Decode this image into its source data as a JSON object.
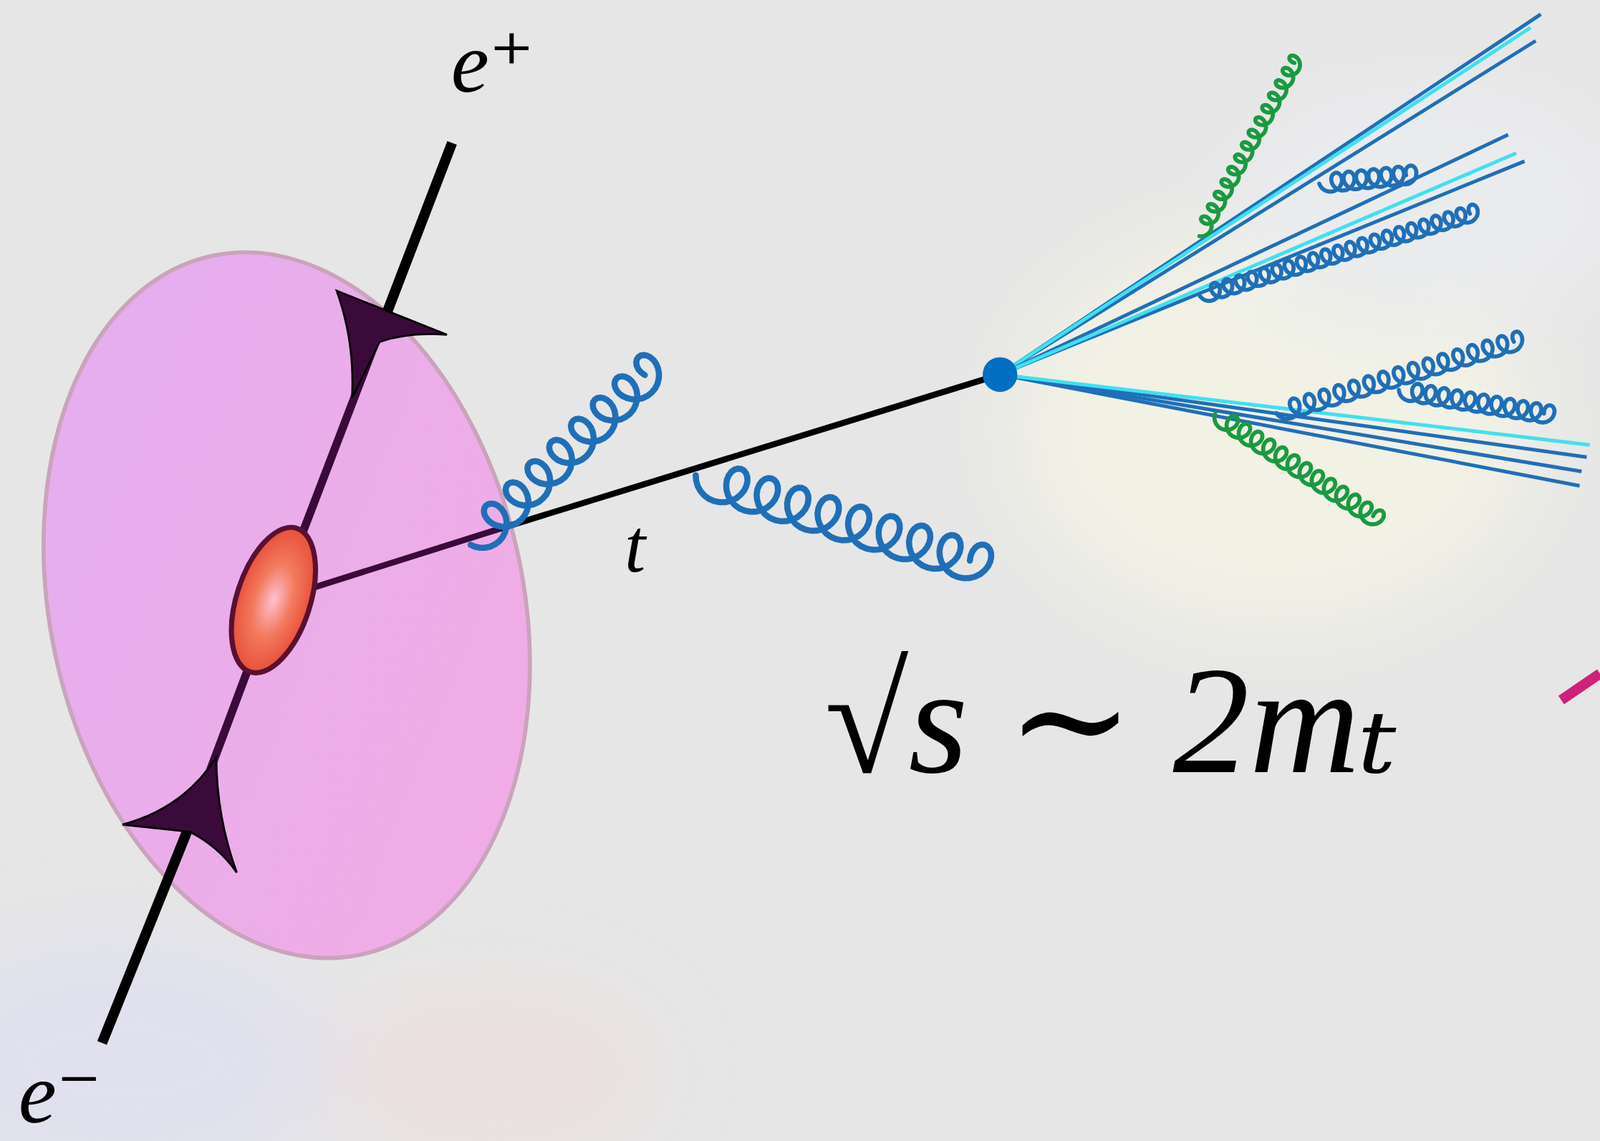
{
  "diagram": {
    "labels": [
      "e⁺",
      "e⁻",
      "t",
      "√s ∼ 2mₜ"
    ]
  }
}
